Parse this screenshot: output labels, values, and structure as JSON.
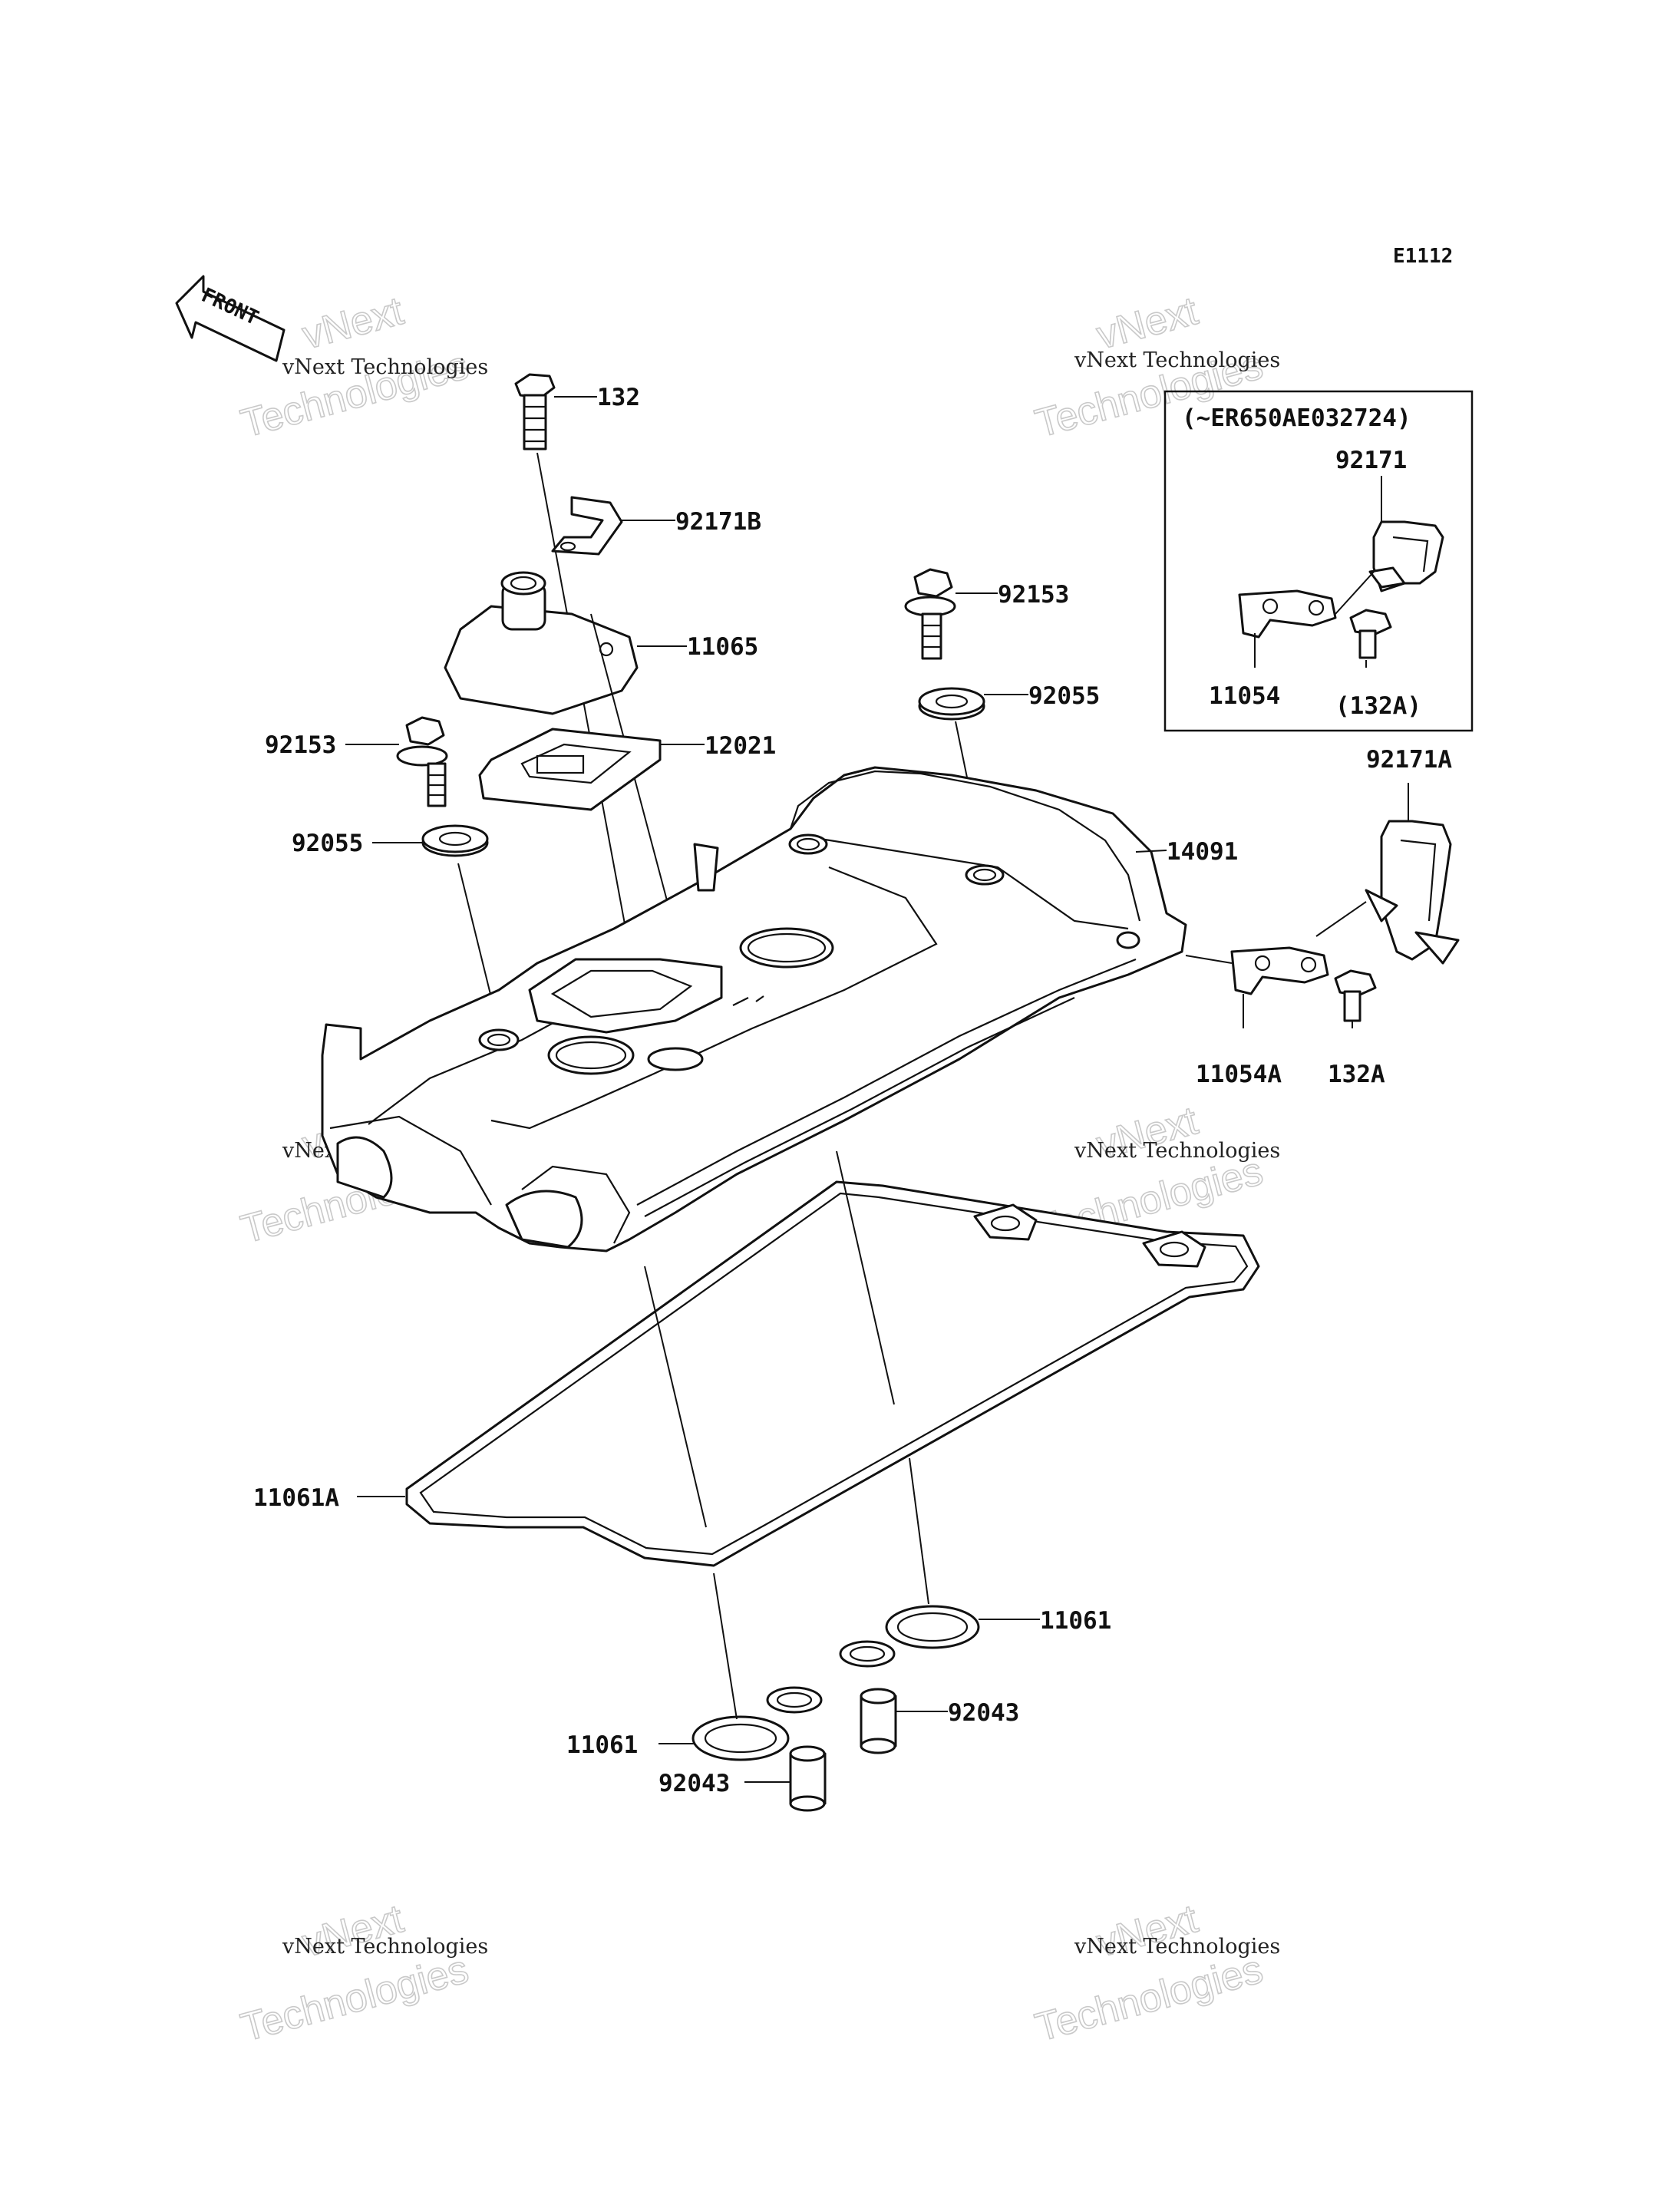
{
  "diagram_code": "E1112",
  "front_marker": "FRONT",
  "watermark": {
    "line1": "vNext Technologies",
    "line2": "vNext",
    "line3": "Technologies"
  },
  "inset_box": {
    "title": "(~ER650AE032724)"
  },
  "callouts": {
    "c132": "132",
    "c92171B": "92171B",
    "c11065": "11065",
    "c12021": "12021",
    "c92153_left": "92153",
    "c92055_left": "92055",
    "c92153_right": "92153",
    "c92055_right": "92055",
    "c14091": "14091",
    "c92171": "92171",
    "c11054": "11054",
    "c132A_paren": "(132A)",
    "c92171A": "92171A",
    "c11054A": "11054A",
    "c132A": "132A",
    "c11061A": "11061A",
    "c11061_right": "11061",
    "c92043_right": "92043",
    "c11061_left": "11061",
    "c92043_left": "92043"
  }
}
